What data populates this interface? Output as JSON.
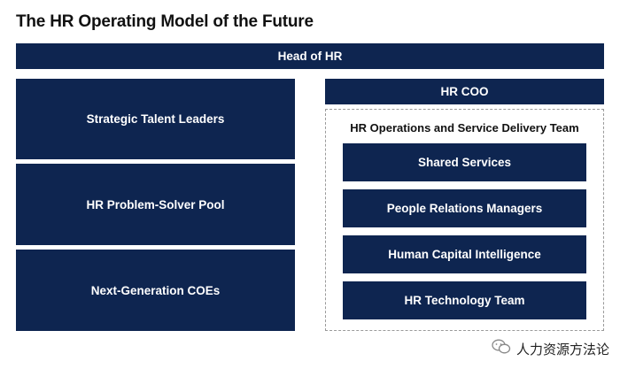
{
  "title": "The HR Operating Model of the Future",
  "head": "Head of HR",
  "left_column": [
    "Strategic Talent Leaders",
    "HR Problem-Solver Pool",
    "Next-Generation COEs"
  ],
  "coo": "HR COO",
  "ops": {
    "title": "HR Operations and Service Delivery Team",
    "items": [
      "Shared Services",
      "People Relations Managers",
      "Human Capital Intelligence",
      "HR Technology Team"
    ]
  },
  "watermark": "人力资源方法论",
  "colors": {
    "box": "#0e2550",
    "text": "#ffffff",
    "dashed_border": "#9a9a9a"
  }
}
